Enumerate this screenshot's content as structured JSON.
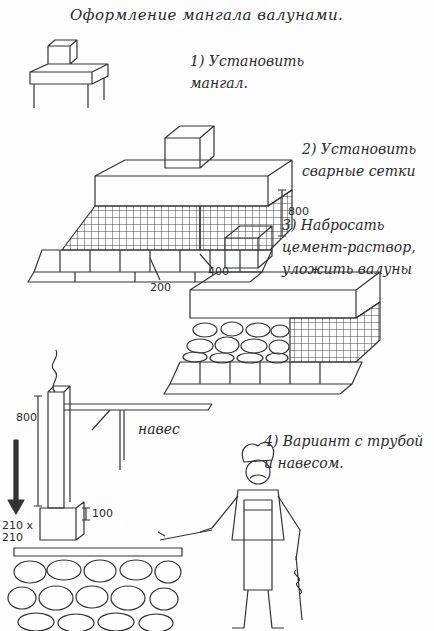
{
  "diagram": {
    "title": "Оформление мангала валунами.",
    "labels": [
      "1) Установить мангал.",
      "2) Установить сварные сетки",
      "800",
      "400",
      "200",
      "3) Набросать цемент-раствор, уложить валуны",
      "800",
      "навес",
      "100",
      "210 x 210",
      "4) Вариант с трубой и навесом."
    ]
  }
}
